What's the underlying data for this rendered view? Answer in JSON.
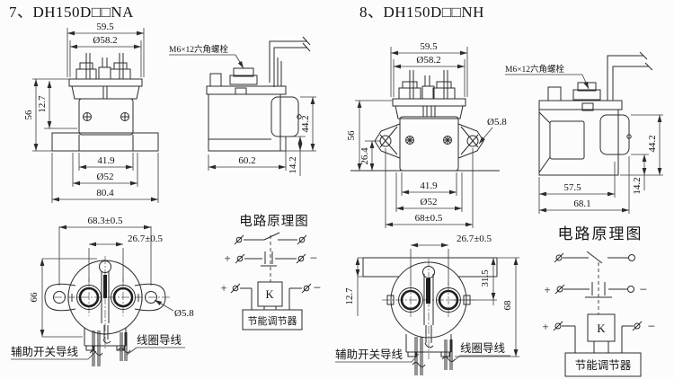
{
  "left": {
    "title": "7、DH150D□□NA",
    "front": {
      "width_top": "59.5",
      "cap_dia": "Ø58.2",
      "height": "56",
      "cap_height": "12.7",
      "screw_span": "41.9",
      "body_dia": "Ø52",
      "base_width": "80.4"
    },
    "side": {
      "bolt_label": "M6×12六角螺栓",
      "height": "44.2",
      "step_height": "14.2",
      "width": "60.2"
    },
    "bottom": {
      "ear_span": "68.3±0.5",
      "terminal_span": "26.7±0.5",
      "height": "66",
      "hole_dia": "Ø5.8",
      "aux_label": "辅助开关导线",
      "coil_label": "线圈导线"
    },
    "circuit": {
      "title": "电路原理图",
      "plus1": "+",
      "minus1": "−",
      "plus2": "+",
      "minus2": "−",
      "coil": "K",
      "regulator": "节能调节器"
    }
  },
  "right": {
    "title": "8、DH150D□□NH",
    "front": {
      "width_top": "59.5",
      "cap_dia": "Ø58.2",
      "height": "56",
      "ear_offset": "26.4",
      "hole_dia": "Ø5.8",
      "screw_span": "41.9",
      "body_dia": "Ø52",
      "base_width": "68±0.5"
    },
    "side": {
      "bolt_label": "M6×12六角螺栓",
      "height": "44.2",
      "step_height": "14.2",
      "inner_width": "57.5",
      "width": "68.1"
    },
    "bottom": {
      "terminal_span": "26.7±0.5",
      "bracket_height": "12.7",
      "inner_height": "31.5",
      "height": "68",
      "aux_label": "辅助开关导线",
      "coil_label": "线圈导线"
    },
    "circuit": {
      "title": "电路原理图",
      "plus1": "+",
      "minus1": "−",
      "plus2": "+",
      "minus2": "−",
      "coil": "K",
      "regulator": "节能调节器"
    }
  }
}
